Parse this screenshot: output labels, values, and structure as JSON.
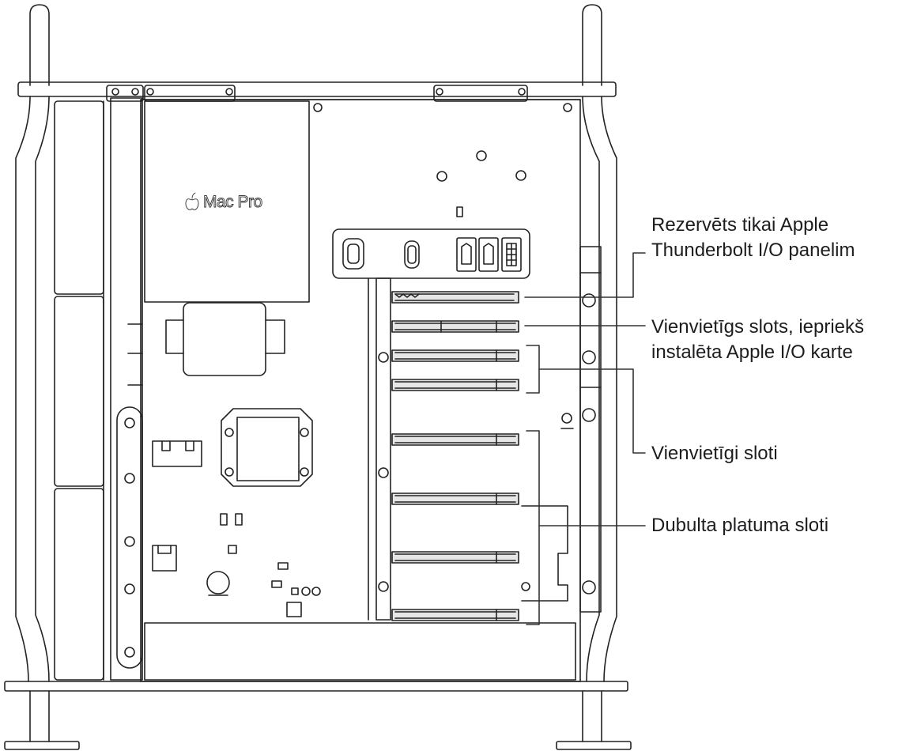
{
  "logo": {
    "brand_text": "Mac Pro"
  },
  "callouts": {
    "reserved_line1": "Rezervēts tikai Apple",
    "reserved_line2": "Thunderbolt I/O panelim",
    "single_preinstalled_line1": "Vienvietīgs slots, iepriekš",
    "single_preinstalled_line2": "instalēta Apple I/O karte",
    "single_slots": "Vienvietīgi sloti",
    "double_width_slots": "Dubulta platuma sloti"
  },
  "colors": {
    "line": "#222222",
    "slot_fill": "#e6e6e6",
    "callout_text": "#1d1d1f"
  }
}
